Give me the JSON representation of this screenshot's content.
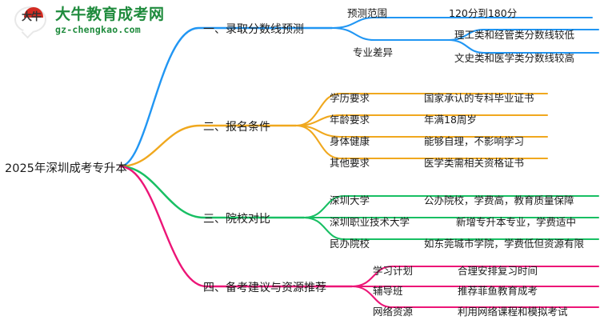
{
  "logo": {
    "mark_text": "大牛",
    "brand": "大牛教育成考网",
    "domain": "gz-chengkao.com",
    "brand_color": "#1f8b3d",
    "accent_color": "#d32b22"
  },
  "mindmap": {
    "root": "2025年深圳成考专升本",
    "branch_colors": {
      "blue": "#2196f3",
      "orange": "#f0a81e",
      "green": "#18bf63",
      "pink": "#ec1577"
    },
    "branches": [
      {
        "label": "一、录取分数线预测",
        "color": "#2196f3",
        "children": [
          {
            "label": "预测范围",
            "values": [
              "120分到180分"
            ]
          },
          {
            "label": "专业差异",
            "values": [
              "理工类和经管类分数线较低",
              "文史类和医学类分数线较高"
            ]
          }
        ]
      },
      {
        "label": "二、报名条件",
        "color": "#f0a81e",
        "children": [
          {
            "label": "学历要求",
            "values": [
              "国家承认的专科毕业证书"
            ]
          },
          {
            "label": "年龄要求",
            "values": [
              "年满18周岁"
            ]
          },
          {
            "label": "身体健康",
            "values": [
              "能够自理，不影响学习"
            ]
          },
          {
            "label": "其他要求",
            "values": [
              "医学类需相关资格证书"
            ]
          }
        ]
      },
      {
        "label": "三、院校对比",
        "color": "#18bf63",
        "children": [
          {
            "label": "深圳大学",
            "values": [
              "公办院校，学费高，教育质量保障"
            ]
          },
          {
            "label": "深圳职业技术大学",
            "values": [
              "新增专升本专业，学费适中"
            ]
          },
          {
            "label": "民办院校",
            "values": [
              "如东莞城市学院，学费低但资源有限"
            ]
          }
        ]
      },
      {
        "label": "四、备考建议与资源推荐",
        "color": "#ec1577",
        "children": [
          {
            "label": "学习计划",
            "values": [
              "合理安排复习时间"
            ]
          },
          {
            "label": "辅导班",
            "values": [
              "推荐菲鱼教育成考"
            ]
          },
          {
            "label": "网络资源",
            "values": [
              "利用网络课程和模拟考试"
            ]
          }
        ]
      }
    ]
  }
}
